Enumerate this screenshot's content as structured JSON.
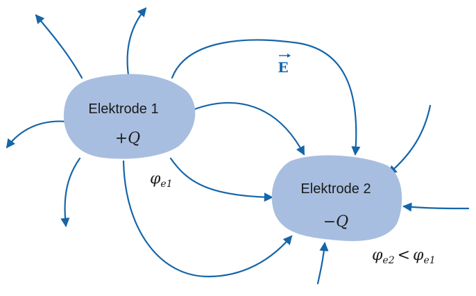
{
  "colors": {
    "field_line": "#1565A8",
    "electrode_fill": "#A8BEE0",
    "text": "#1a1a1a"
  },
  "field": {
    "symbol": "E"
  },
  "electrodes": [
    {
      "name": "Elektrode 1",
      "charge": "+Q",
      "potential_symbol": "φ",
      "potential_subscript": "e1"
    },
    {
      "name": "Elektrode 2",
      "charge": "−Q",
      "potential_symbol": "φ",
      "potential_subscript": "e2"
    }
  ],
  "relation": {
    "left_symbol": "φ",
    "left_subscript": "e2",
    "operator": "<",
    "right_symbol": "φ",
    "right_subscript": "e1"
  }
}
